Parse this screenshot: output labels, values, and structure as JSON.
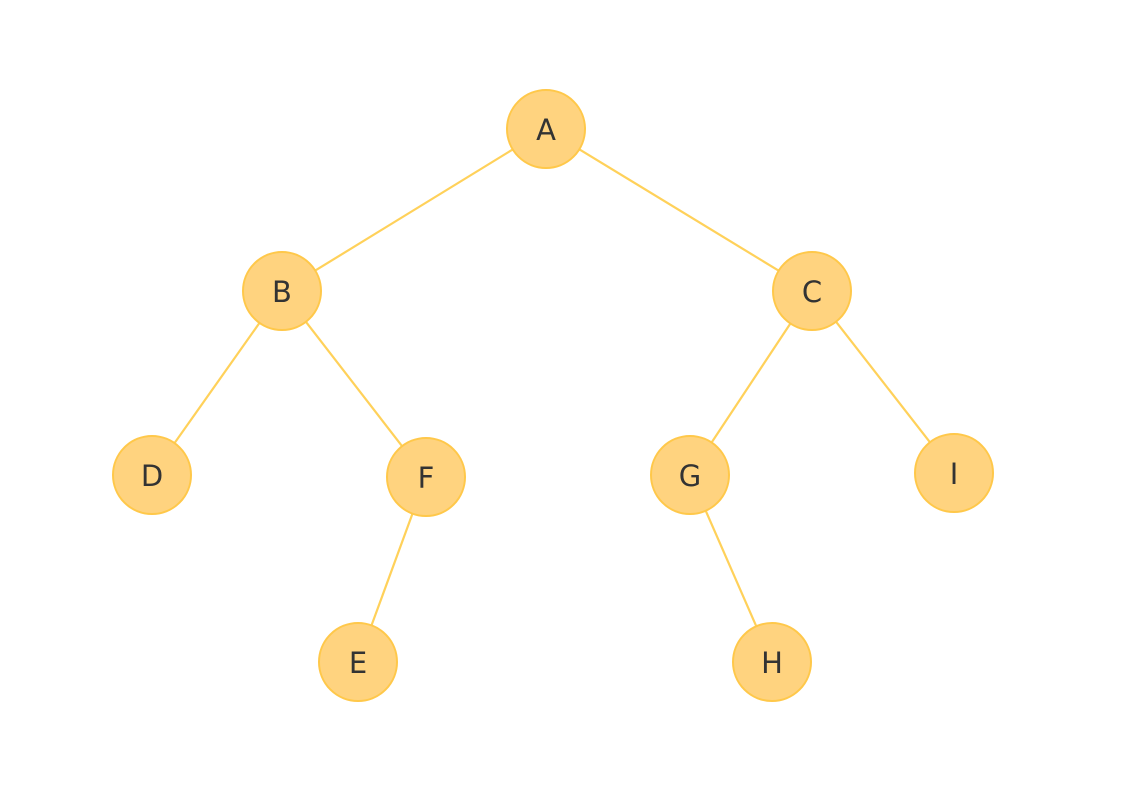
{
  "diagram": {
    "type": "binary-tree",
    "colors": {
      "node_fill": "#FFD37F",
      "node_stroke": "#FFC84A",
      "edge": "#FFD15A",
      "label": "#333333",
      "background": "#FFFFFF"
    },
    "nodes": [
      {
        "id": "A",
        "label": "A",
        "depth": 0
      },
      {
        "id": "B",
        "label": "B",
        "depth": 1
      },
      {
        "id": "C",
        "label": "C",
        "depth": 1
      },
      {
        "id": "D",
        "label": "D",
        "depth": 2
      },
      {
        "id": "F",
        "label": "F",
        "depth": 2
      },
      {
        "id": "G",
        "label": "G",
        "depth": 2
      },
      {
        "id": "I",
        "label": "I",
        "depth": 2
      },
      {
        "id": "E",
        "label": "E",
        "depth": 3
      },
      {
        "id": "H",
        "label": "H",
        "depth": 3
      }
    ],
    "edges": [
      {
        "from": "A",
        "to": "B"
      },
      {
        "from": "A",
        "to": "C"
      },
      {
        "from": "B",
        "to": "D"
      },
      {
        "from": "B",
        "to": "F"
      },
      {
        "from": "F",
        "to": "E"
      },
      {
        "from": "C",
        "to": "G"
      },
      {
        "from": "C",
        "to": "I"
      },
      {
        "from": "G",
        "to": "H"
      }
    ]
  }
}
